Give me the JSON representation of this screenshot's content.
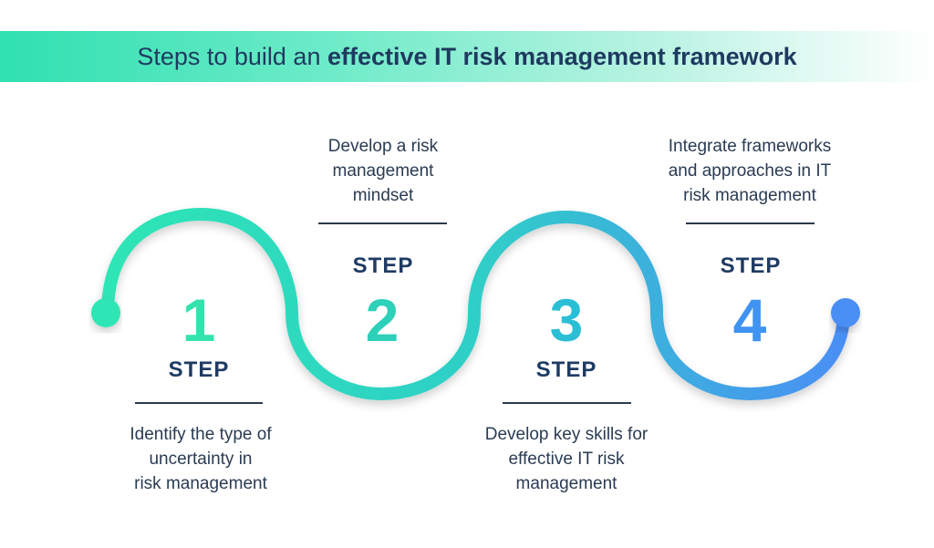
{
  "title": {
    "prefix": "Steps to build an ",
    "emphasis": "effective IT risk management framework"
  },
  "colors": {
    "title_band_start": "#2fe0b0",
    "curve_start": "#2fe6b5",
    "curve_end": "#4a8ef5",
    "step1": "#33e3ad",
    "step2": "#2dd0b8",
    "step3": "#2bbfd6",
    "step4": "#3f93f2",
    "label": "#1f3b63"
  },
  "steps": [
    {
      "number": "1",
      "label": "STEP",
      "description": [
        "Identify the type of",
        "uncertainty in",
        "risk management"
      ]
    },
    {
      "number": "2",
      "label": "STEP",
      "description": [
        "Develop a risk",
        "management",
        "mindset"
      ]
    },
    {
      "number": "3",
      "label": "STEP",
      "description": [
        "Develop key skills for",
        "effective IT risk",
        "management"
      ]
    },
    {
      "number": "4",
      "label": "STEP",
      "description": [
        "Integrate frameworks",
        "and approaches in IT",
        "risk management"
      ]
    }
  ]
}
